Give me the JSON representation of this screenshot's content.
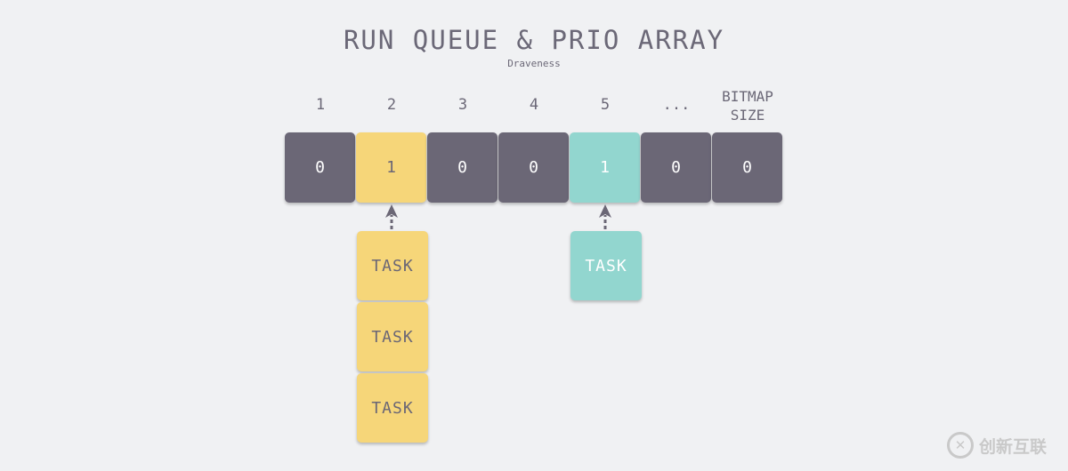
{
  "title": "RUN QUEUE & PRIO ARRAY",
  "subtitle": "Draveness",
  "headers": [
    "1",
    "2",
    "3",
    "4",
    "5",
    "...",
    "BITMAP\nSIZE"
  ],
  "bitmap": [
    "0",
    "1",
    "0",
    "0",
    "1",
    "0",
    "0"
  ],
  "tasks": {
    "queue2": [
      "TASK",
      "TASK",
      "TASK"
    ],
    "queue5": [
      "TASK"
    ]
  },
  "colors": {
    "empty": "#6b6776",
    "queue2": "#f6d679",
    "queue5": "#92d6cf",
    "text": "#6b6877",
    "background": "#f0f1f3"
  },
  "watermark": {
    "icon": "logo-mark-icon",
    "text": "创新互联"
  }
}
